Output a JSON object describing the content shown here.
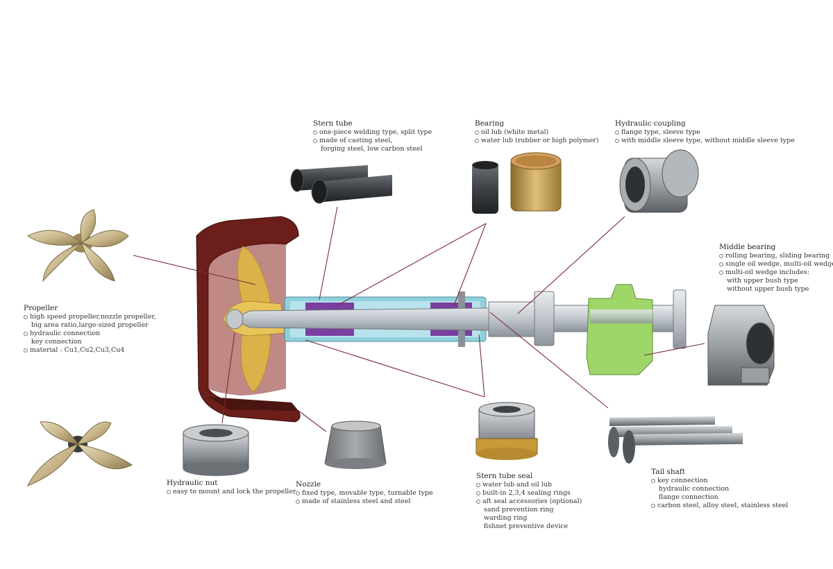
{
  "stern_tube": {
    "title": "Stern tube",
    "items": [
      "one-piece welding type, split type",
      "made of casting steel,"
    ],
    "sub": [
      "forging steel, low carbon steel"
    ]
  },
  "bearing": {
    "title": "Bearing",
    "items": [
      "oil lub (white metal)",
      "water lub (rubber or high polymer)"
    ]
  },
  "hydraulic_coupling": {
    "title": "Hydraulic coupling",
    "items": [
      "flange type, sleeve type",
      "with middle sleeve type, without middle sleeve type"
    ]
  },
  "middle_bearing": {
    "title": "Middle bearing",
    "items": [
      "rolling bearing, sliding bearing",
      "single oil wedge, multi-oil wedges",
      "multi-oil wedge includes:"
    ],
    "sub": [
      "with upper bush  type",
      "without upper bush  type"
    ]
  },
  "propeller": {
    "title": "Propeller",
    "item1": "high speed propeller,nozzle propeller,",
    "sub1": "big area ratio,large-sized propeller",
    "item2": "hydraulic connection",
    "sub2": "key connection",
    "item3": "material : Cu1,Cu2,Cu3,Cu4"
  },
  "hydraulic_nut": {
    "title": "Hydraulic nut",
    "items": [
      "easy to mount and lock the propeller"
    ]
  },
  "nozzle": {
    "title": "Nozzle",
    "items": [
      "fixed type, movable type, turnable type",
      "made of stainless steel and steel"
    ]
  },
  "stern_tube_seal": {
    "title": "Stern tube seal",
    "items": [
      "water lub and oil lub",
      "built-in 2,3,4 sealing rings",
      "aft seal accessories (optional)"
    ],
    "sub": [
      "sand prevention ring",
      "warding ring",
      "fishnet preventive device"
    ]
  },
  "tail_shaft": {
    "title": "Tail shaft",
    "item1": "key connection",
    "sub": [
      "hydraulic connection",
      "flange connection"
    ],
    "item2": "carbon steel, alloy steel, stainless steel"
  },
  "colors": {
    "leader_line": "#7a2a35",
    "rudder": "#6b1e1a",
    "blade": "#d9b24a",
    "shaft": "#b9bfc6",
    "bearing_block": "#9fd66a",
    "liner": "#7a3fa0"
  }
}
